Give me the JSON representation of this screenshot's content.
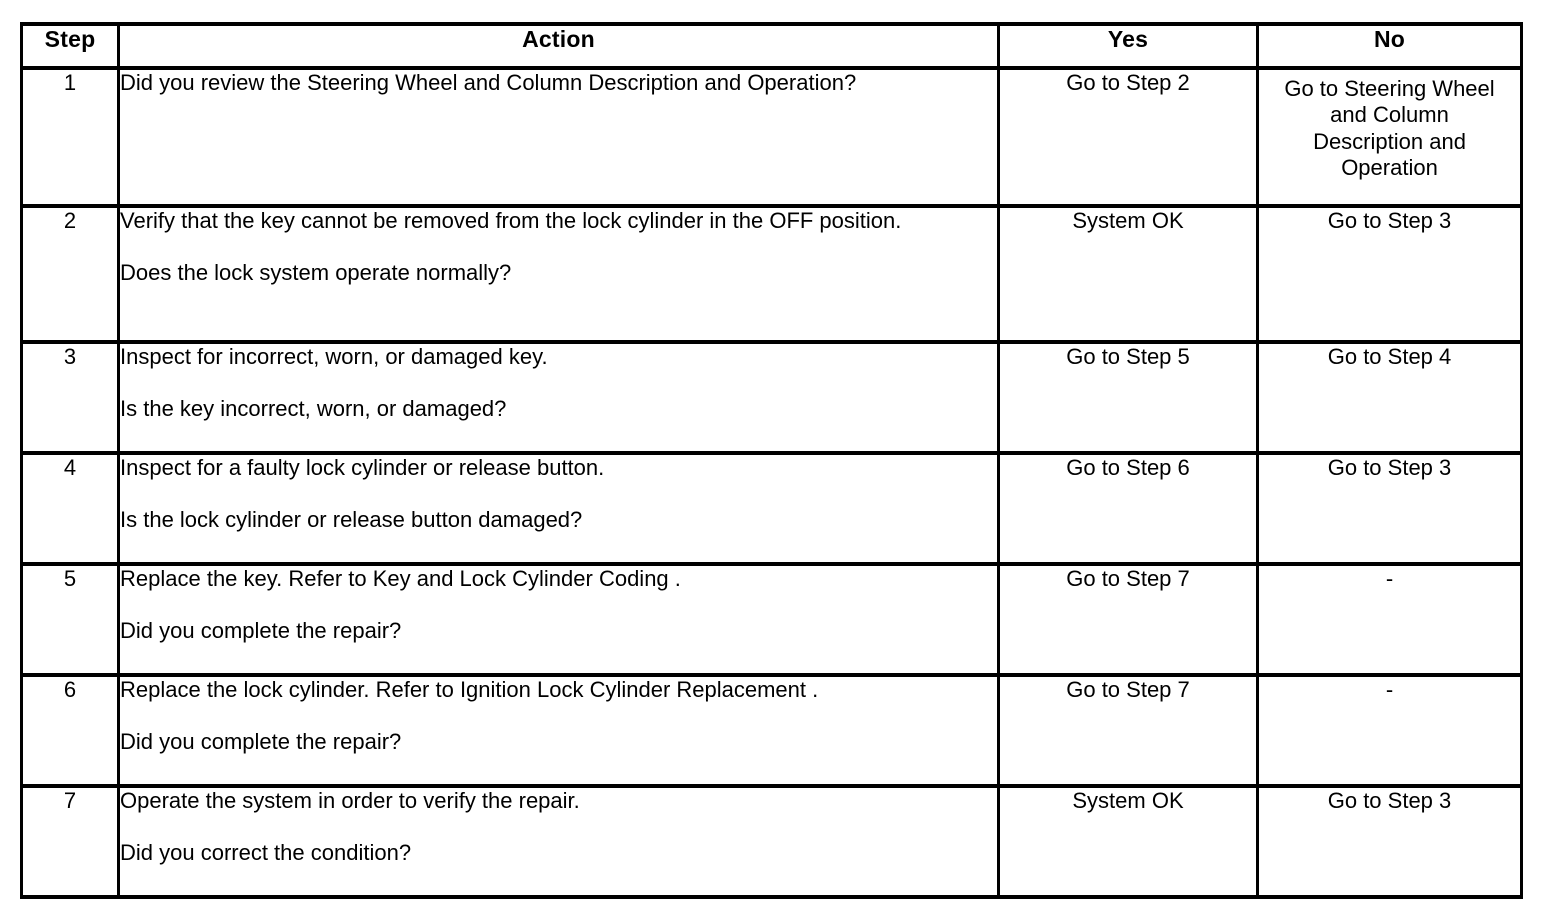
{
  "table": {
    "columns": [
      {
        "key": "step",
        "header": "Step"
      },
      {
        "key": "action",
        "header": "Action"
      },
      {
        "key": "yes",
        "header": "Yes"
      },
      {
        "key": "no",
        "header": "No"
      }
    ],
    "rows": [
      {
        "step": "1",
        "action_lines": [
          "Did you review the Steering Wheel and Column Description and Operation?"
        ],
        "action_has_gap": false,
        "yes": "Go to Step 2",
        "yes_align": "bottom",
        "no_lines": [
          "Go to Steering Wheel",
          "and Column",
          "Description and",
          "Operation"
        ],
        "no_align": "top"
      },
      {
        "step": "2",
        "action_lines": [
          "Verify that the key cannot be removed from the lock cylinder in the OFF position."
        ],
        "action_question": "Does the lock system operate normally?",
        "action_has_gap": true,
        "yes": "System OK",
        "yes_align": "bottom",
        "no_lines": [
          "Go to Step 3"
        ],
        "no_align": "bottom"
      },
      {
        "step": "3",
        "action_lines": [
          "Inspect for incorrect, worn, or damaged key."
        ],
        "action_question": "Is the key incorrect, worn, or damaged?",
        "action_has_gap": true,
        "yes": "Go to Step 5",
        "yes_align": "bottom",
        "no_lines": [
          "Go to Step 4"
        ],
        "no_align": "bottom"
      },
      {
        "step": "4",
        "action_lines": [
          "Inspect for a faulty lock cylinder or release button."
        ],
        "action_question": "Is the lock cylinder or release button damaged?",
        "action_has_gap": true,
        "yes": "Go to Step 6",
        "yes_align": "bottom",
        "no_lines": [
          "Go to Step 3"
        ],
        "no_align": "bottom"
      },
      {
        "step": "5",
        "action_lines": [
          "Replace the key. Refer to Key and Lock Cylinder Coding ."
        ],
        "action_question": "Did you complete the repair?",
        "action_has_gap": true,
        "yes": "Go to Step 7",
        "yes_align": "bottom",
        "no_lines": [
          "-"
        ],
        "no_align": "bottom"
      },
      {
        "step": "6",
        "action_lines": [
          "Replace the lock cylinder. Refer to Ignition Lock Cylinder Replacement ."
        ],
        "action_question": "Did you complete the repair?",
        "action_has_gap": true,
        "yes": "Go to Step 7",
        "yes_align": "bottom",
        "no_lines": [
          "-"
        ],
        "no_align": "bottom"
      },
      {
        "step": "7",
        "action_lines": [
          "Operate the system in order to verify the repair."
        ],
        "action_question": "Did you correct the condition?",
        "action_has_gap": true,
        "yes": "System OK",
        "yes_align": "bottom",
        "no_lines": [
          "Go to Step 3"
        ],
        "no_align": "bottom"
      }
    ]
  },
  "colors": {
    "border": "#000000",
    "background": "#ffffff",
    "text": "#000000"
  }
}
